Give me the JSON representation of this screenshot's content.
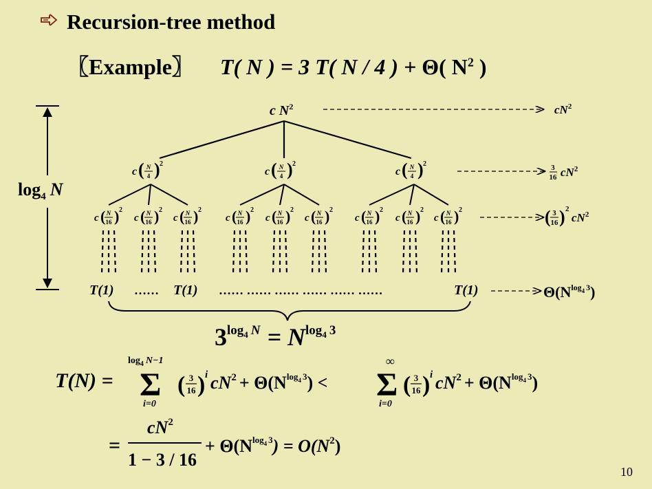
{
  "slide": {
    "bullet_icon": "pointing-hand-icon",
    "title": "Recursion-tree method",
    "example_label": "〖Example〗",
    "recurrence": {
      "lhs": "T( N ) = 3",
      "rhs_fn": "T( N / 4 ) +",
      "theta": "Θ( N",
      "theta_exp": "2",
      "close": ")"
    },
    "page_number": "10"
  },
  "tree": {
    "height_label": {
      "base": "log",
      "sub": "4",
      "var": "N"
    },
    "root": "c N",
    "root_exp": "2",
    "level1_node": {
      "c": "c",
      "num": "N",
      "den": "4",
      "exp": "2"
    },
    "level2_node": {
      "c": "c",
      "num": "N",
      "den": "16",
      "exp": "2"
    },
    "leaf_label": "T(1)",
    "leaf_dots": "……",
    "leaf_dots_long": "…… …… …… …… …… ……",
    "level_costs": {
      "row0": {
        "expr": "cN",
        "exp": "2"
      },
      "row1": {
        "num": "3",
        "den": "16",
        "expr": "cN",
        "exp": "2"
      },
      "row2": {
        "num": "3",
        "den": "16",
        "pow": "2",
        "expr": "cN",
        "exp": "2"
      },
      "row3": {
        "theta": "Θ(N",
        "sup": "log",
        "sup_sub": "4",
        "sup_tail": "3",
        "close": ")"
      }
    },
    "leaf_count": {
      "base": "3",
      "exp": "log",
      "exp_sub": "4",
      "exp_var": "N",
      "eq": "= N",
      "rhs_exp": "log",
      "rhs_sub": "4",
      "rhs_tail": "3"
    }
  },
  "formula": {
    "lhs": "T(N) =",
    "sum_upper": {
      "base": "log",
      "sub": "4",
      "tail": "N−1"
    },
    "sum_lower": "i=0",
    "sum_symbol": "Σ",
    "ratio_num": "3",
    "ratio_den": "16",
    "ratio_exp": "i",
    "term": "cN",
    "term_exp": "2",
    "plus_theta": "+ Θ(N",
    "theta_sup": "log",
    "theta_sup_sub": "4",
    "theta_sup_tail": "3",
    "close_lt": ") <",
    "inf_upper": "∞",
    "inf_lower": "i=0",
    "close": ")",
    "line2_eq": "=",
    "frac_num": "cN",
    "frac_num_exp": "2",
    "frac_den": "1 − 3 / 16",
    "line2_tail": "+ Θ(N",
    "line2_close": ") = O(N",
    "line2_exp": "2",
    "line2_end": ")"
  }
}
